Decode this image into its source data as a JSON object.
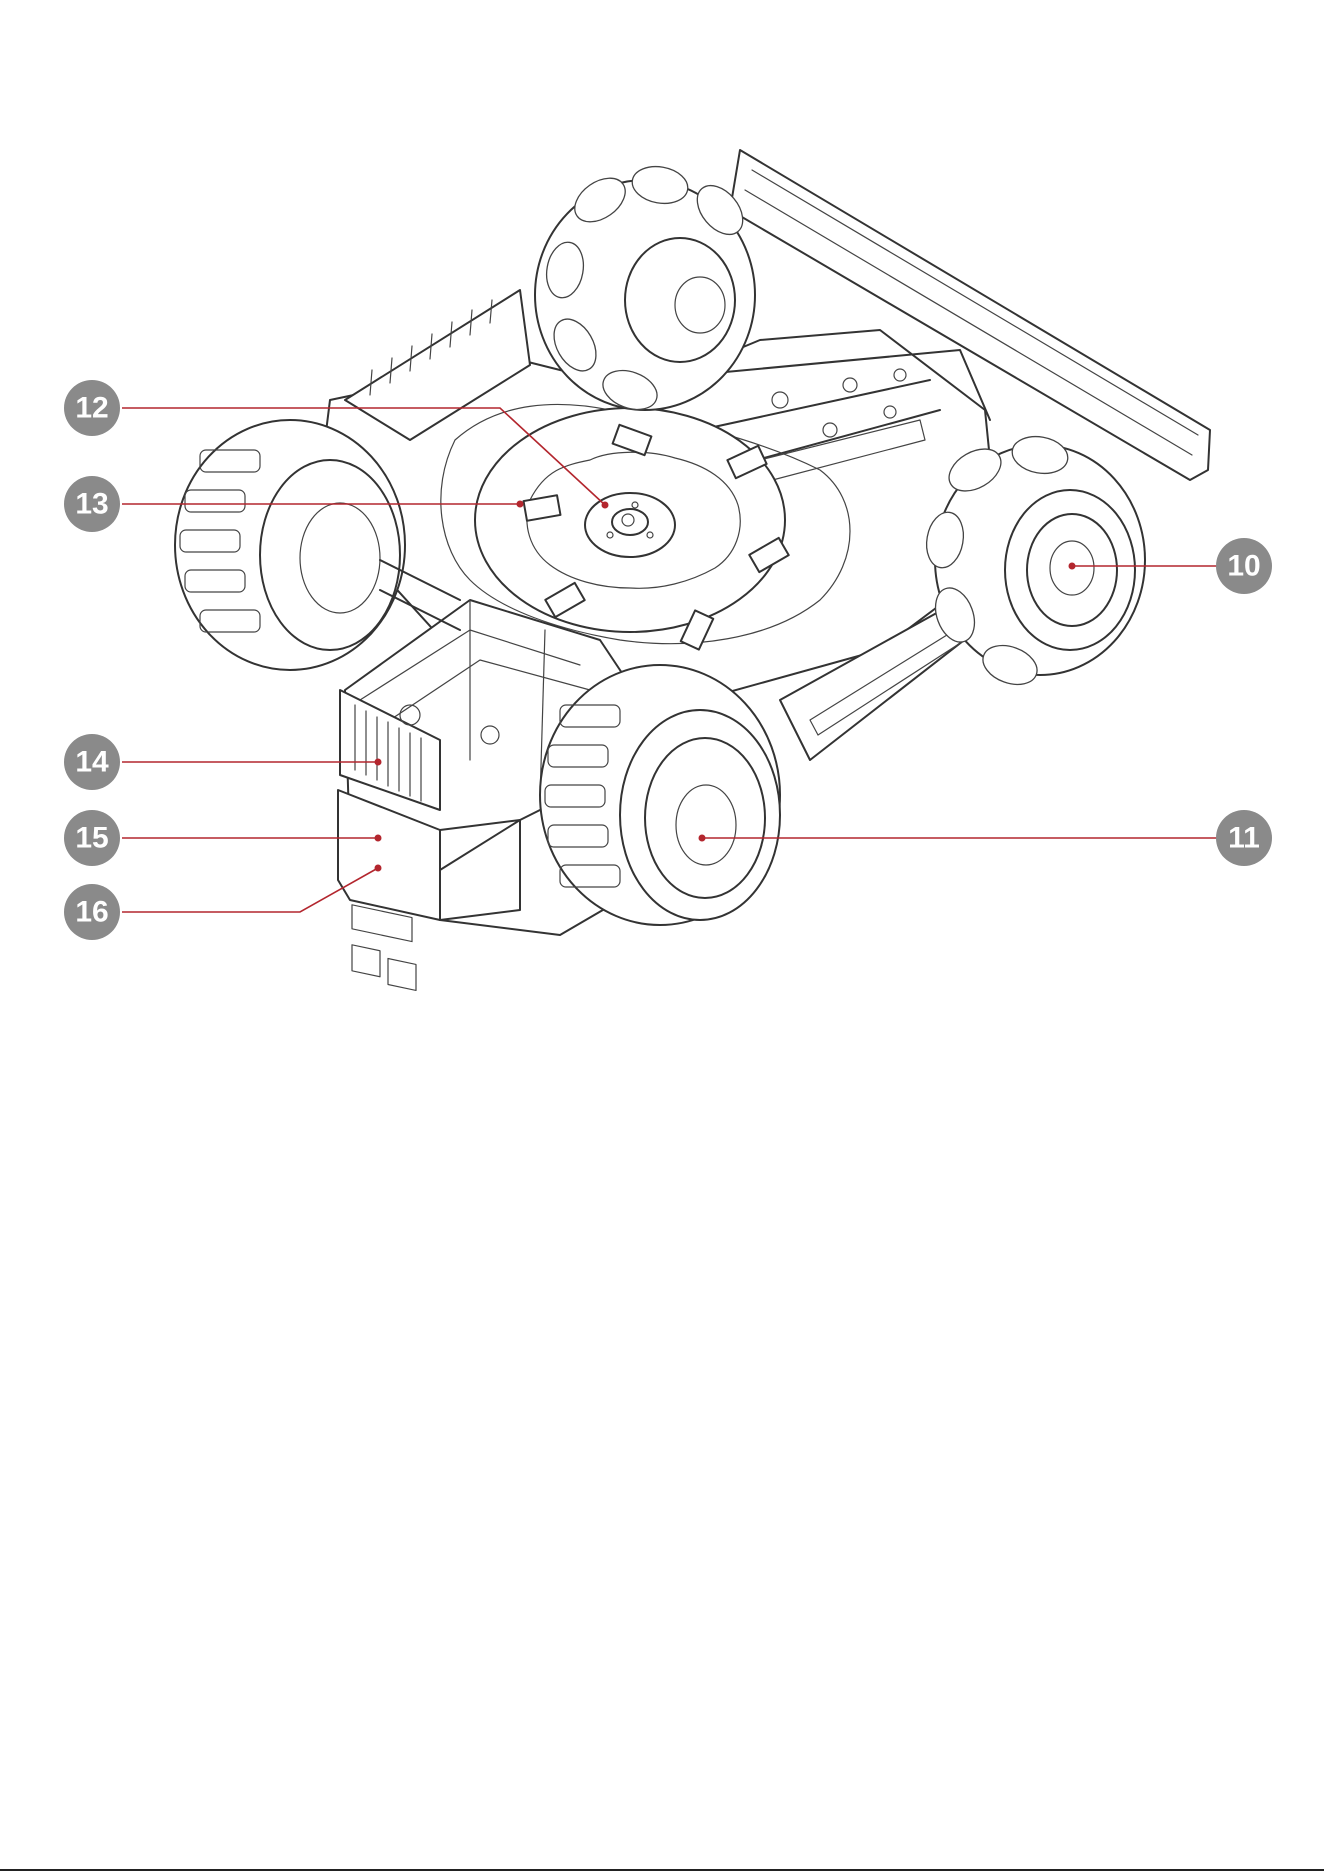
{
  "callouts": [
    {
      "id": "c12",
      "label": "12"
    },
    {
      "id": "c13",
      "label": "13"
    },
    {
      "id": "c10",
      "label": "10"
    },
    {
      "id": "c14",
      "label": "14"
    },
    {
      "id": "c15",
      "label": "15"
    },
    {
      "id": "c11",
      "label": "11"
    },
    {
      "id": "c16",
      "label": "16"
    }
  ],
  "colors": {
    "badge": "#8a8a8a",
    "leader": "#b3262e",
    "linework": "#333333"
  }
}
